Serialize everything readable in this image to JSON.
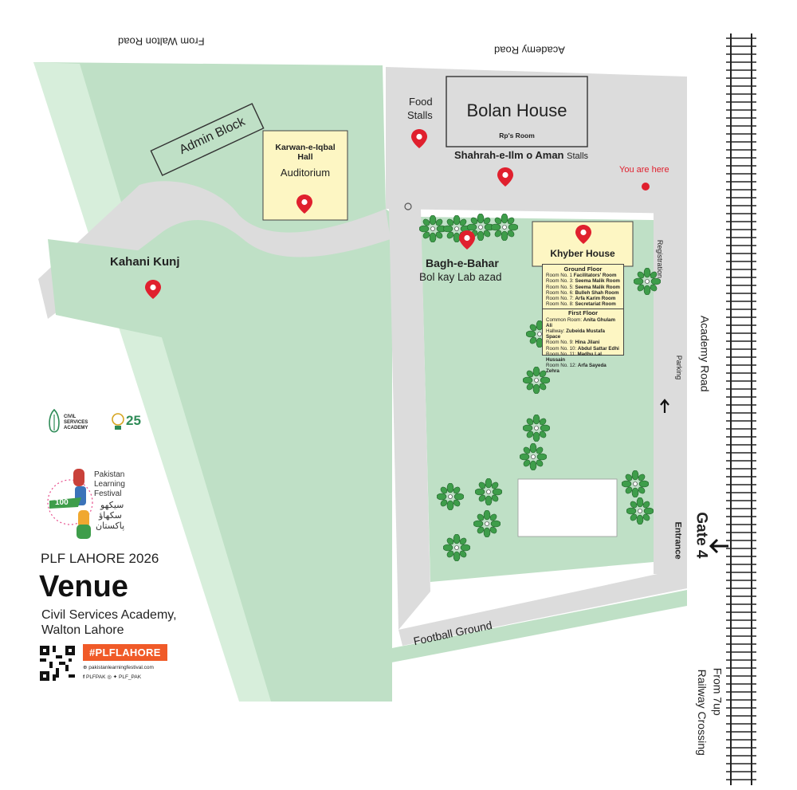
{
  "colors": {
    "grass": "#bfe0c6",
    "grass_light": "#d7eedb",
    "road": "#dcdcdc",
    "building_fill": "#fdf6c3",
    "pin": "#e0202e",
    "accent_orange": "#f05a28",
    "tree_green": "#3e9d4a",
    "rail": "#222222"
  },
  "roads": {
    "from_walton_road": "From Walton Road",
    "academy_road_top": "Academy Road",
    "academy_road_right": "Academy Road",
    "from_7up": "From 7up",
    "railway_crossing": "Railway Crossing"
  },
  "places": {
    "admin_block": "Admin Block",
    "karwan_title": "Karwan-e-Iqbal Hall",
    "karwan_sub": "Auditorium",
    "food_stalls_1": "Food",
    "food_stalls_2": "Stalls",
    "bolan_house": "Bolan House",
    "rps_room": "Rp's Room",
    "shahrah_bold": "Shahrah-e-Ilm o Aman",
    "shahrah_stalls": "Stalls",
    "you_are_here": "You are here",
    "kahani_kunj": "Kahani Kunj",
    "bagh_e_bahar": "Bagh-e-Bahar",
    "bol_kay_lab": "Bol kay Lab azad",
    "khyber_house": "Khyber House",
    "registration": "Registration",
    "parking": "Parking",
    "gate": "Gate 4",
    "entrance": "Entrance",
    "football_ground": "Football Ground"
  },
  "khyber_rooms": {
    "ground_floor_title": "Ground Floor",
    "ground_floor": [
      {
        "room": "Room No. 1",
        "name": "Facilitators' Room"
      },
      {
        "room": "Room No. 3:",
        "name": "Seema Malik Room"
      },
      {
        "room": "Room No. 5:",
        "name": "Seema Malik Room"
      },
      {
        "room": "Room No. 6:",
        "name": "Bulleh Shah Room"
      },
      {
        "room": "Room No. 7:",
        "name": "Arfa Karim Room"
      },
      {
        "room": "Room No. 8:",
        "name": "Secretariat Room"
      }
    ],
    "first_floor_title": "First Floor",
    "first_floor": [
      {
        "room": "Common Room:",
        "name": "Anita Ghulam Ali"
      },
      {
        "room": "Hallway:",
        "name": "Zubeida Mustafa Space"
      },
      {
        "room": "Room No. 9:",
        "name": "Hina Jilani"
      },
      {
        "room": "Room No. 10:",
        "name": "Abdul Sattar Edhi"
      },
      {
        "room": "Room No. 11:",
        "name": "Madhu Lal Hussain"
      },
      {
        "room": "Room No. 12:",
        "name": "Arfa Sayeda Zehra"
      }
    ]
  },
  "branding": {
    "csa_line1": "CIVIL",
    "csa_line2": "SERVICES",
    "csa_line3": "ACADEMY",
    "plf_line1": "Pakistan",
    "plf_line2": "Learning",
    "plf_line3": "Festival",
    "urdu_line1": "سیکھو",
    "urdu_line2": "سکھاؤ",
    "urdu_line3": "پاکستان",
    "badge_100": "100",
    "badge_25": "25",
    "event_title": "PLF LAHORE 2026",
    "venue_heading": "Venue",
    "venue_line1": "Civil Services Academy,",
    "venue_line2": "Walton Lahore",
    "hashtag": "#PLFLAHORE",
    "website": "pakistanlearningfestival.com",
    "social_fb": "PLFPAK",
    "social_ig": "PLF_PAK"
  }
}
